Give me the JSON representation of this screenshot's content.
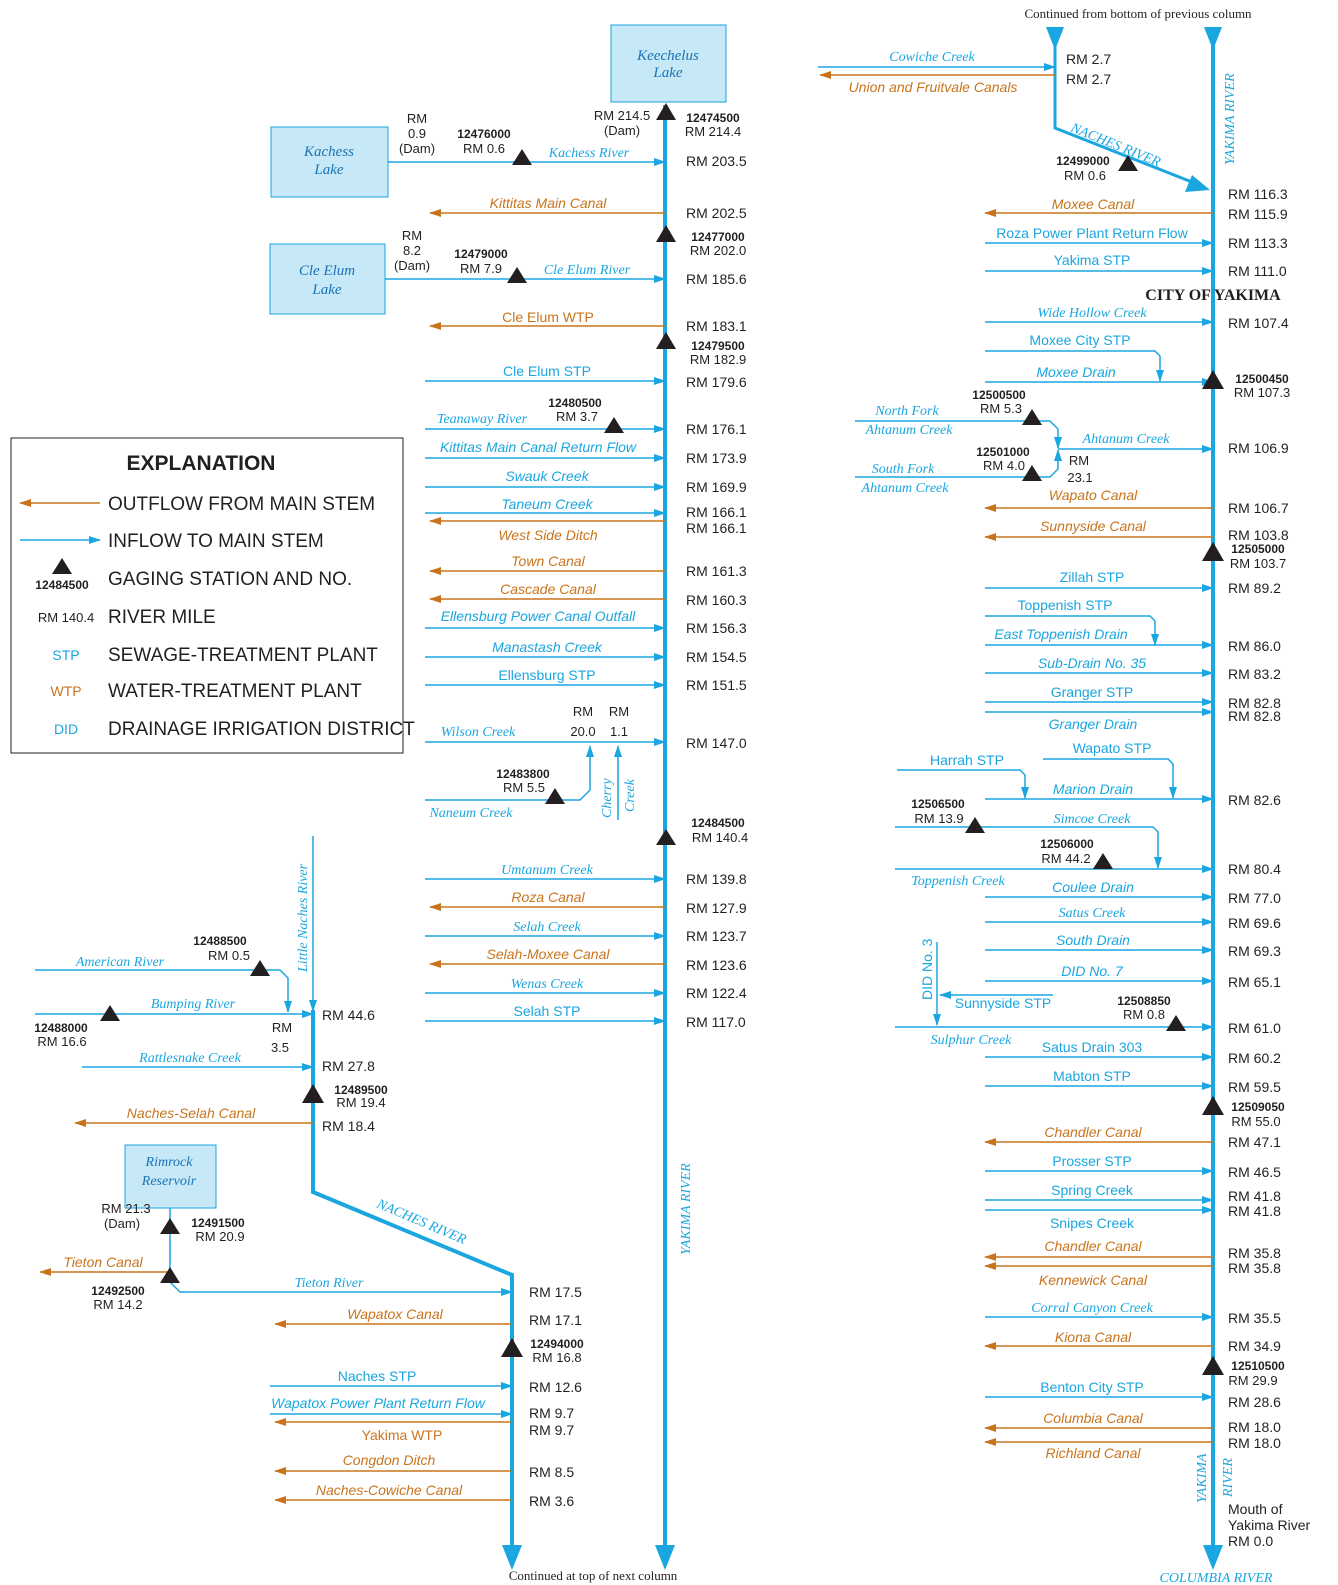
{
  "colors": {
    "inflow": "#1aa6e0",
    "outflow": "#c8741c",
    "station": "#231f20",
    "lake_fill": "#c6e8f7",
    "text": "#231f20"
  },
  "notes": {
    "continued_from": "Continued from bottom of previous column",
    "continued_at": "Continued at top of next column"
  },
  "explanation": {
    "title": "EXPLANATION",
    "outflow": "OUTFLOW FROM MAIN STEM",
    "inflow": "INFLOW TO MAIN STEM",
    "gage_no": "12484500",
    "gage": "GAGING STATION AND NO.",
    "rm_example": "RM 140.4",
    "rm": "RIVER MILE",
    "stp_abbr": "STP",
    "stp": "SEWAGE-TREATMENT PLANT",
    "wtp_abbr": "WTP",
    "wtp": "WATER-TREATMENT PLANT",
    "did_abbr": "DID",
    "did": "DRAINAGE IRRIGATION DISTRICT"
  },
  "lakes": {
    "keechelus": [
      "Keechelus",
      "Lake"
    ],
    "kachess": [
      "Kachess",
      "Lake"
    ],
    "cle_elum": [
      "Cle Elum",
      "Lake"
    ],
    "rimrock": [
      "Rimrock",
      "Reservoir"
    ]
  },
  "rivers": {
    "yakima": "YAKIMA RIVER",
    "naches": "NACHES RIVER",
    "little_naches": "Little Naches River",
    "yakima_short": "YAKIMA",
    "river_word": "RIVER",
    "columbia": "COLUMBIA RIVER",
    "city": "CITY OF YAKIMA",
    "cherry": [
      "Cherry",
      "Creek"
    ],
    "did3": "DID No. 3"
  },
  "flows": {
    "kachess_river": "Kachess River",
    "kittitas_main_canal": "Kittitas Main Canal",
    "cle_elum_river": "Cle Elum River",
    "cle_elum_wtp": "Cle Elum WTP",
    "cle_elum_stp": "Cle Elum STP",
    "teanaway": "Teanaway River",
    "kittitas_return": "Kittitas Main Canal Return Flow",
    "swauk": "Swauk Creek",
    "taneum": "Taneum Creek",
    "west_side_ditch": "West Side Ditch",
    "town_canal": "Town Canal",
    "cascade_canal": "Cascade Canal",
    "ellensburg_power": "Ellensburg Power Canal Outfall",
    "manastash": "Manastash Creek",
    "ellensburg_stp": "Ellensburg STP",
    "wilson": "Wilson Creek",
    "naneum": "Naneum Creek",
    "umtanum": "Umtanum Creek",
    "roza_canal": "Roza Canal",
    "selah_creek": "Selah Creek",
    "selah_moxee": "Selah-Moxee Canal",
    "wenas": "Wenas Creek",
    "selah_stp": "Selah STP",
    "american": "American River",
    "bumping": "Bumping River",
    "rattlesnake": "Rattlesnake Creek",
    "naches_selah": "Naches-Selah Canal",
    "tieton_canal": "Tieton Canal",
    "tieton_river": "Tieton River",
    "wapatox_canal": "Wapatox Canal",
    "naches_stp": "Naches STP",
    "wapatox_power": "Wapatox Power Plant Return Flow",
    "yakima_wtp": "Yakima WTP",
    "congdon": "Congdon Ditch",
    "naches_cowiche": "Naches-Cowiche Canal",
    "cowiche": "Cowiche Creek",
    "union_fruitvale": "Union and Fruitvale Canals",
    "moxee_canal": "Moxee Canal",
    "roza_power": "Roza Power Plant Return Flow",
    "yakima_stp": "Yakima STP",
    "wide_hollow": "Wide Hollow Creek",
    "moxee_city_stp": "Moxee City STP",
    "moxee_drain": "Moxee Drain",
    "nf_ahtanum": [
      "North Fork",
      "Ahtanum Creek"
    ],
    "sf_ahtanum": [
      "South Fork",
      "Ahtanum Creek"
    ],
    "ahtanum": "Ahtanum Creek",
    "wapato_canal": "Wapato Canal",
    "sunnyside_canal": "Sunnyside Canal",
    "zillah_stp": "Zillah STP",
    "toppenish_stp": "Toppenish STP",
    "east_toppenish": "East Toppenish Drain",
    "sub_drain": "Sub-Drain No. 35",
    "granger_stp": "Granger STP",
    "granger_drain": "Granger Drain",
    "harrah_stp": "Harrah STP",
    "wapato_stp": "Wapato STP",
    "marion_drain": "Marion Drain",
    "simcoe": "Simcoe Creek",
    "toppenish_creek": "Toppenish Creek",
    "coulee_drain": "Coulee Drain",
    "satus_creek": "Satus Creek",
    "south_drain": "South Drain",
    "did7": "DID No. 7",
    "sunnyside_stp": "Sunnyside STP",
    "sulphur": "Sulphur Creek",
    "satus_drain": "Satus Drain 303",
    "mabton_stp": "Mabton STP",
    "chandler_canal": "Chandler Canal",
    "prosser_stp": "Prosser STP",
    "spring_creek": "Spring Creek",
    "snipes": "Snipes Creek",
    "kennewick": "Kennewick Canal",
    "corral_canyon": "Corral Canyon Creek",
    "kiona": "Kiona Canal",
    "benton_city_stp": "Benton City STP",
    "columbia_canal": "Columbia Canal",
    "richland_canal": "Richland Canal"
  },
  "stations": {
    "s12474500": "12474500",
    "s12476000": "12476000",
    "s12477000": "12477000",
    "s12479000": "12479000",
    "s12479500": "12479500",
    "s12480500": "12480500",
    "s12483800": "12483800",
    "s12484500": "12484500",
    "s12488500": "12488500",
    "s12488000": "12488000",
    "s12489500": "12489500",
    "s12491500": "12491500",
    "s12492500": "12492500",
    "s12494000": "12494000",
    "s12499000": "12499000",
    "s12500450": "12500450",
    "s12500500": "12500500",
    "s12501000": "12501000",
    "s12505000": "12505000",
    "s12506500": "12506500",
    "s12506000": "12506000",
    "s12508850": "12508850",
    "s12509050": "12509050",
    "s12510500": "12510500"
  },
  "rm_col1": {
    "k1": "RM 214.5",
    "k2": "(Dam)",
    "k3": "RM 214.4",
    "kd1": "RM",
    "kd2": "0.9",
    "kd3": "(Dam)",
    "kg": "RM 0.6",
    "a1": "RM 203.5",
    "a2": "RM 202.5",
    "a3": "RM 202.0",
    "cd1": "RM",
    "cd2": "8.2",
    "cd3": "(Dam)",
    "cg": "RM 7.9",
    "a4": "RM 185.6",
    "a5": "RM 183.1",
    "a6": "RM 182.9",
    "a7": "RM 179.6",
    "tg": "RM 3.7",
    "a8": "RM 176.1",
    "a9": "RM 173.9",
    "a10": "RM 169.9",
    "a11": "RM 166.1",
    "a12": "RM 166.1",
    "a13": "RM 161.3",
    "a14": "RM 160.3",
    "a15": "RM 156.3",
    "a16": "RM 154.5",
    "a17": "RM 151.5",
    "w1": "RM",
    "w2": "20.0",
    "w3": "RM",
    "w4": "1.1",
    "a18": "RM 147.0",
    "ng": "RM 5.5",
    "a19": "RM 140.4",
    "a20": "RM 139.8",
    "a21": "RM 127.9",
    "a22": "RM 123.7",
    "a23": "RM 123.6",
    "a24": "RM 122.4",
    "a25": "RM 117.0"
  },
  "rm_naches": {
    "ag": "RM 0.5",
    "bg": "RM 16.6",
    "b1": "RM",
    "b2": "3.5",
    "n1": "RM 44.6",
    "n2": "RM 27.8",
    "ng": "RM 19.4",
    "n3": "RM 18.4",
    "rd1": "RM 21.3",
    "rd2": "(Dam)",
    "rg": "RM 20.9",
    "tg": "RM 14.2",
    "n4": "RM 17.5",
    "n5": "RM 17.1",
    "ng2": "RM 16.8",
    "n6": "RM 12.6",
    "n7": "RM 9.7",
    "n8": "RM 9.7",
    "n9": "RM 8.5",
    "n10": "RM 3.6"
  },
  "rm_col2": {
    "c1": "RM 2.7",
    "c2": "RM 2.7",
    "ng": "RM 0.6",
    "r1": "RM 116.3",
    "r2": "RM 115.9",
    "r3": "RM 113.3",
    "r4": "RM 111.0",
    "r5": "RM 107.4",
    "g1": "RM 107.3",
    "ag": "RM 5.3",
    "sg": "RM 4.0",
    "a1": "RM",
    "a2": "23.1",
    "r6": "RM 106.9",
    "r7": "RM 106.7",
    "r8": "RM 103.8",
    "g2": "RM 103.7",
    "r9": "RM 89.2",
    "r10": "RM 86.0",
    "r11": "RM 83.2",
    "r12": "RM 82.8",
    "r13": "RM 82.8",
    "r14": "RM 82.6",
    "tg": "RM 13.9",
    "mg": "RM 44.2",
    "r15": "RM 80.4",
    "r16": "RM 77.0",
    "r17": "RM 69.6",
    "r18": "RM 69.3",
    "r19": "RM 65.1",
    "sg2": "RM 0.8",
    "r20": "RM 61.0",
    "r21": "RM 60.2",
    "r22": "RM 59.5",
    "g3": "RM 55.0",
    "r23": "RM 47.1",
    "r24": "RM 46.5",
    "r25": "RM 41.8",
    "r26": "RM 41.8",
    "r27": "RM 35.8",
    "r28": "RM 35.8",
    "r29": "RM 35.5",
    "r30": "RM 34.9",
    "g4": "RM 29.9",
    "r31": "RM 28.6",
    "r32": "RM 18.0",
    "r33": "RM 18.0",
    "m1": "Mouth of",
    "m2": "Yakima River",
    "m3": "RM 0.0"
  }
}
